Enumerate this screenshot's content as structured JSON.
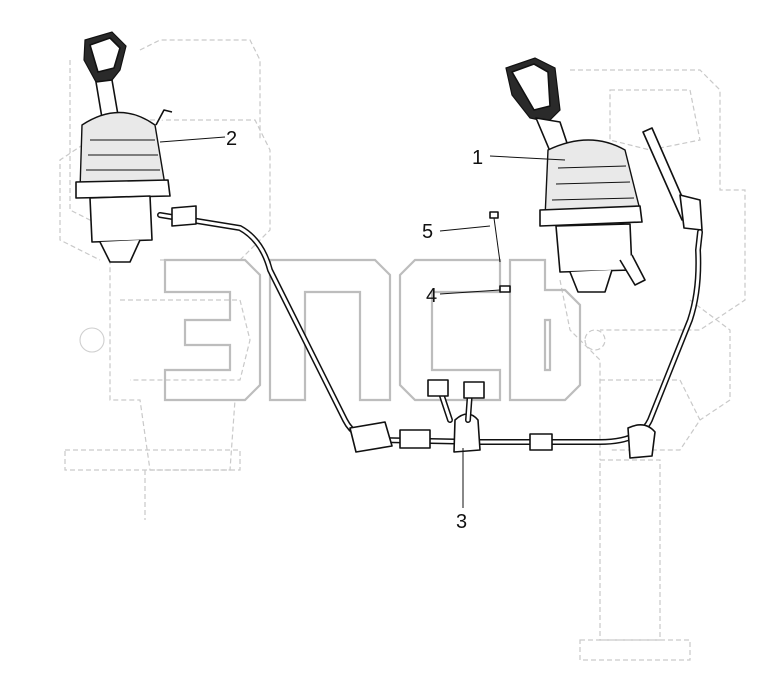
{
  "diagram": {
    "callouts": [
      {
        "id": "1",
        "label": "1"
      },
      {
        "id": "2",
        "label": "2"
      },
      {
        "id": "3",
        "label": "3"
      },
      {
        "id": "4",
        "label": "4"
      },
      {
        "id": "5",
        "label": "5"
      }
    ],
    "colors": {
      "line": "#111111",
      "ghost": "#c9c9c9",
      "watermark": "#bdbdbd"
    }
  }
}
